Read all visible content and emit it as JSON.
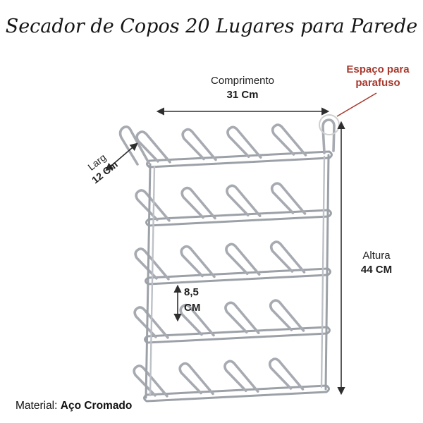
{
  "page": {
    "title": "Secador de Copos 20 Lugares para Parede",
    "background": "#ffffff"
  },
  "annotations": {
    "length": {
      "label": "Comprimento",
      "value": "31 Cm"
    },
    "screw_note": {
      "line1": "Espaço para",
      "line2": "parafuso",
      "color": "#a8392e"
    },
    "width": {
      "label": "Larg",
      "value": "12 Cm"
    },
    "height": {
      "label": "Altura",
      "value": "44 CM"
    },
    "hook_spacing": {
      "value": "8,5",
      "unit": "CM"
    },
    "material": {
      "label": "Material:",
      "value": "Aço Cromado"
    }
  },
  "product": {
    "description": "wall-mounted chrome cup dryer rack",
    "rows": 5,
    "hooks_per_row": 4,
    "wire_color": "#a7abb1",
    "rail_color": "#9ca1a8",
    "back_rail_color": "#bdc1c7",
    "dimension_line_color": "#2e2e2e",
    "highlight_circle_color": "#cfcfcf"
  }
}
